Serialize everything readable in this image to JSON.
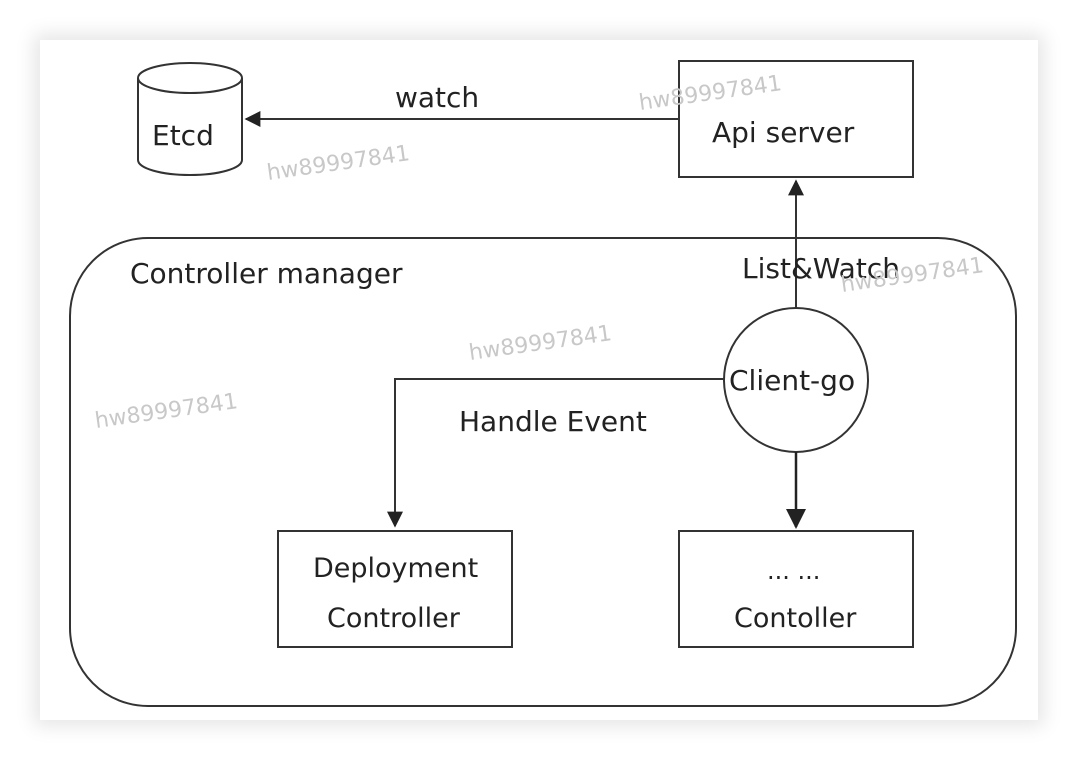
{
  "nodes": {
    "etcd": "Etcd",
    "api_server": "Api server",
    "client_go": "Client-go",
    "deployment_controller_line1": "Deployment",
    "deployment_controller_line2": "Controller",
    "other_controller_line1": "... ...",
    "other_controller_line2": "Contoller"
  },
  "group": {
    "controller_manager": "Controller manager"
  },
  "edges": {
    "watch": "watch",
    "list_watch": "List&Watch",
    "handle_event": "Handle Event"
  },
  "watermark": {
    "text": "hw89997841"
  }
}
